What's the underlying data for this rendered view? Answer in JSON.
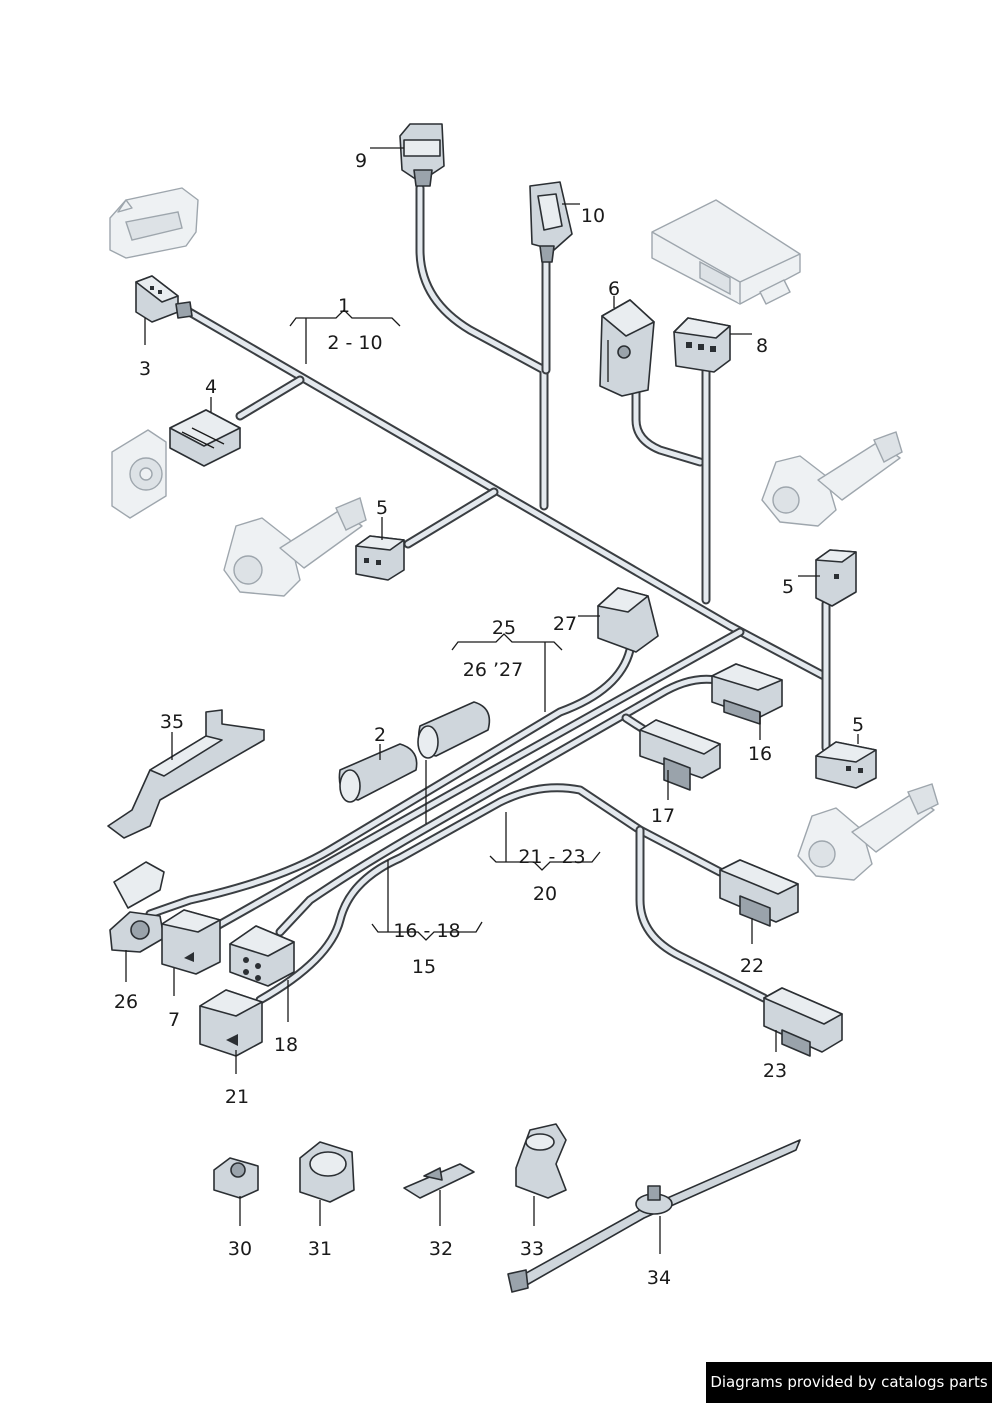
{
  "labels": {
    "l1": "1",
    "l2_10": "2 - 10",
    "l2": "2",
    "l3": "3",
    "l4": "4",
    "l5a": "5",
    "l5b": "5",
    "l5c": "5",
    "l6": "6",
    "l7": "7",
    "l8": "8",
    "l9": "9",
    "l10": "10",
    "l15": "15",
    "l16": "16",
    "l16_18": "16 - 18",
    "l17": "17",
    "l18": "18",
    "l20": "20",
    "l21": "21",
    "l21_23": "21 - 23",
    "l22": "22",
    "l23": "23",
    "l25": "25",
    "l26_27": "26 ’27",
    "l26": "26",
    "l27": "27",
    "l30": "30",
    "l31": "31",
    "l32": "32",
    "l33": "33",
    "l34": "34",
    "l35": "35"
  },
  "credit": "Diagrams provided by catalogs parts"
}
